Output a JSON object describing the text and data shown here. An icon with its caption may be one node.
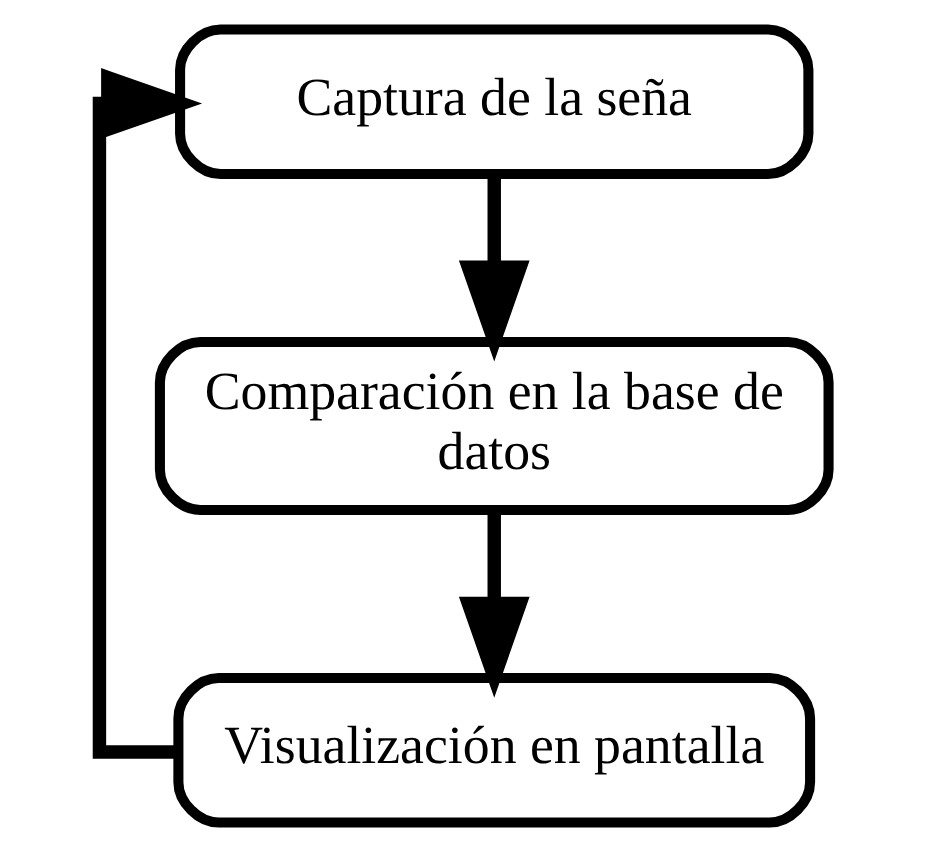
{
  "diagram": {
    "nodes": [
      {
        "text": [
          "Captura de la seña"
        ]
      },
      {
        "text": [
          "Comparación en la base de datos"
        ]
      },
      {
        "text": [
          "Visualización en pantalla"
        ]
      }
    ],
    "edges": [
      {
        "from": 0,
        "to": 1,
        "arrow": "to"
      },
      {
        "from": 1,
        "to": 2,
        "arrow": "to"
      },
      {
        "from": 2,
        "to": 0,
        "arrow": "to"
      }
    ]
  }
}
